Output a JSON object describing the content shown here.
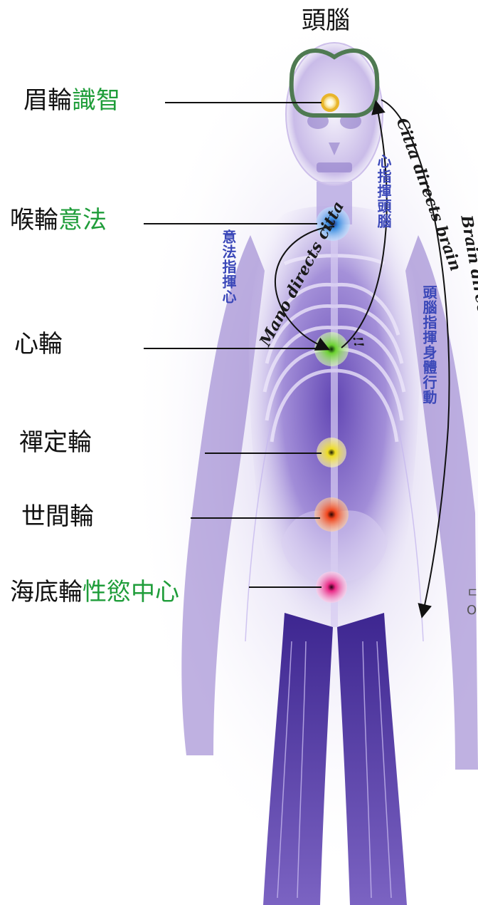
{
  "head_label": "頭腦",
  "chakras": [
    {
      "id": "brow",
      "name": "眉輪",
      "sub": "識智",
      "color": "#e8b52a"
    },
    {
      "id": "throat",
      "name": "喉輪",
      "sub": "意法",
      "color": "#2f7fd9"
    },
    {
      "id": "heart",
      "name": "心輪",
      "sub": "",
      "color": "#5cc42b"
    },
    {
      "id": "solar",
      "name": "禪定輪",
      "sub": "",
      "color": "#e0d21d"
    },
    {
      "id": "sacral",
      "name": "世間輪",
      "sub": "",
      "color": "#e63b1d"
    },
    {
      "id": "root",
      "name": "海底輪",
      "sub": "性慾中心",
      "color": "#e2247e"
    }
  ],
  "annotations": {
    "citta_directs_brain": "Citta directs brain",
    "heart_directs_brain_zh": "心指揮頭腦",
    "mano_directs_citta": "Mano directs citta",
    "mano_directs_heart_zh": "意法指揮心",
    "brain_directs_body": "Brain directs body to act",
    "brain_directs_body_zh": "頭腦指揮身體行動",
    "exclaim": "!!"
  },
  "colors": {
    "green_label": "#1f9d3a",
    "blue_text": "#3a47b8",
    "body_purple": "#6a4fb3",
    "brain_outline": "#4f7a52"
  },
  "edge_marks": [
    "ㄷ",
    "O"
  ]
}
